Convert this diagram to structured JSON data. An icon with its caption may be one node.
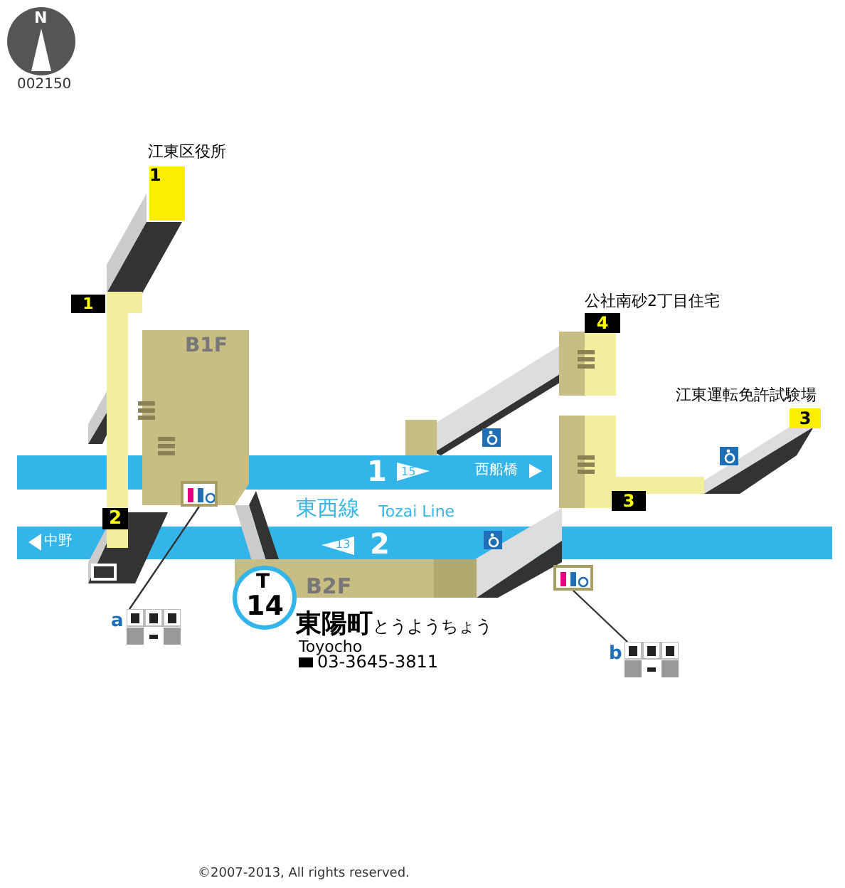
{
  "diagram": {
    "nodes": [
      {
        "text": [],
        "shape": "box"
      },
      {
        "text": [
          "a"
        ]
      },
      {
        "text": [],
        "shape": "box"
      },
      {
        "text": [
          "b"
        ]
      }
    ],
    "edges": [
      {
        "from": 0,
        "to": 1,
        "arrow": "none"
      },
      {
        "from": 2,
        "to": 3,
        "arrow": "none"
      }
    ],
    "labels": [
      "N",
      "002150",
      "江東区役所",
      "1",
      "1",
      "B1F",
      "公社南砂2丁目住宅",
      "4",
      "江東運転免許試験場",
      "3",
      "1",
      "15",
      "西船橋",
      "3",
      "2",
      "東西線",
      "Tozai Line",
      "中野",
      "13",
      "2",
      "B2F",
      "T",
      "14",
      "東陽町",
      "とうようちょう",
      "Toyocho",
      "03-3645-3811",
      "©2007-2013, All rights reserved."
    ]
  }
}
